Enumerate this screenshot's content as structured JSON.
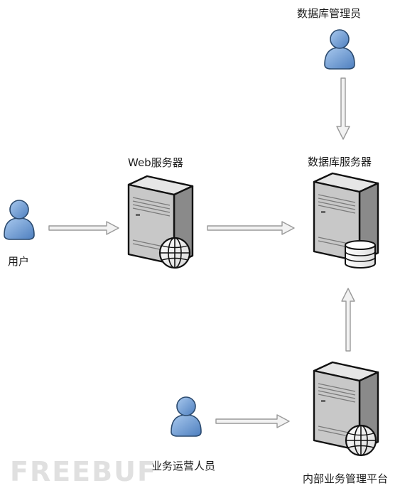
{
  "nodes": {
    "dba": {
      "label": "数据库管理员"
    },
    "user": {
      "label": "用户"
    },
    "web_server": {
      "label": "Web服务器"
    },
    "db_server": {
      "label": "数据库服务器"
    },
    "ops_staff": {
      "label": "业务运营人员"
    },
    "internal_platform": {
      "label": "内部业务管理平台"
    }
  },
  "watermark": {
    "text": "FREEBUF"
  },
  "colors": {
    "person_fill": "#6f9fd4",
    "person_stroke": "#2b4a6e",
    "server_front": "#c8c8c8",
    "server_side": "#8a8a8a",
    "server_top": "#e6e6e6",
    "arrow_fill": "#f2f2f2",
    "arrow_stroke": "#9a9a9a"
  }
}
